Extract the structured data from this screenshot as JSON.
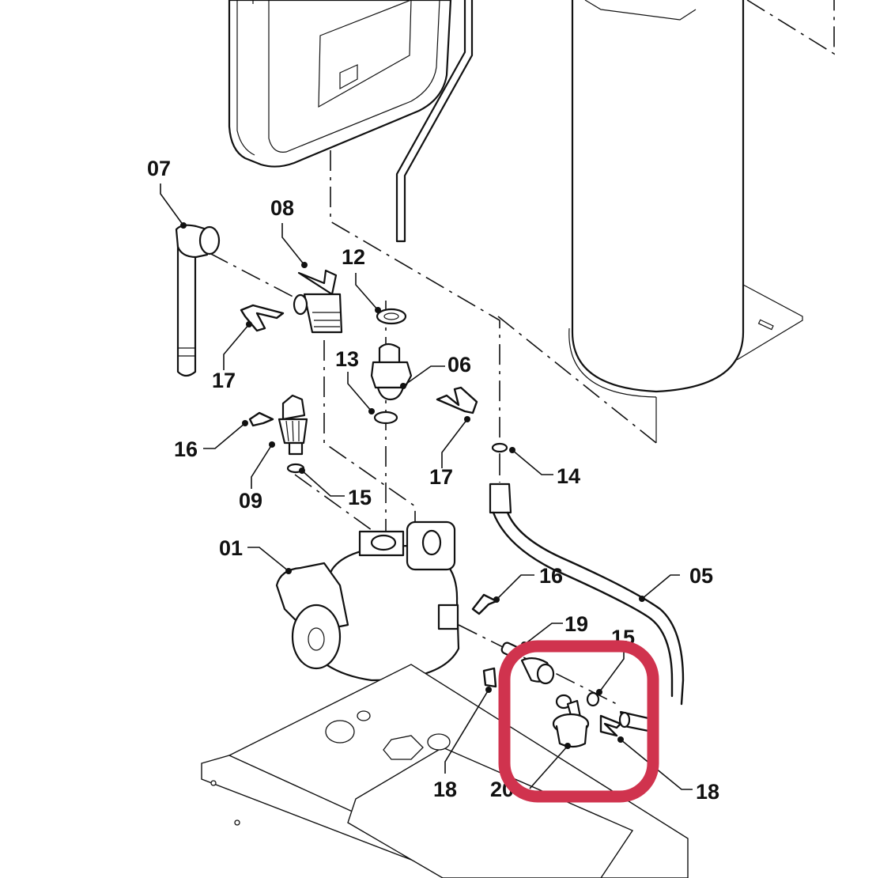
{
  "diagram": {
    "description": "Exploded parts view of boiler hydraulic assembly",
    "highlight_color": "#D0334E",
    "line_color": "#111111",
    "background_color": "#FFFFFF",
    "highlighted_parts": [
      "15",
      "18",
      "20"
    ],
    "callouts": [
      {
        "id": "c07",
        "label": "07",
        "part": "drain-hose-elbow"
      },
      {
        "id": "c08",
        "label": "08",
        "part": "safety-valve"
      },
      {
        "id": "c12",
        "label": "12",
        "part": "seal-ring-upper"
      },
      {
        "id": "c17a",
        "label": "17",
        "part": "retaining-clip-left"
      },
      {
        "id": "c13",
        "label": "13",
        "part": "seal-ring-lower"
      },
      {
        "id": "c06",
        "label": "06",
        "part": "connector-fitting"
      },
      {
        "id": "c16a",
        "label": "16",
        "part": "retaining-clip-small-left"
      },
      {
        "id": "c09",
        "label": "09",
        "part": "pressure-sensor"
      },
      {
        "id": "c15a",
        "label": "15",
        "part": "o-ring-sensor"
      },
      {
        "id": "c17b",
        "label": "17",
        "part": "retaining-clip-right"
      },
      {
        "id": "c14",
        "label": "14",
        "part": "o-ring-hose"
      },
      {
        "id": "c01",
        "label": "01",
        "part": "circulation-pump"
      },
      {
        "id": "c16b",
        "label": "16",
        "part": "retaining-clip-small-right"
      },
      {
        "id": "c05",
        "label": "05",
        "part": "flexible-hose"
      },
      {
        "id": "c19",
        "label": "19",
        "part": "bypass-connector"
      },
      {
        "id": "c15b",
        "label": "15",
        "part": "o-ring-highlighted"
      },
      {
        "id": "c18a",
        "label": "18",
        "part": "clip-left"
      },
      {
        "id": "c20",
        "label": "20",
        "part": "drain-valve"
      },
      {
        "id": "c18b",
        "label": "18",
        "part": "clip-right"
      }
    ]
  }
}
